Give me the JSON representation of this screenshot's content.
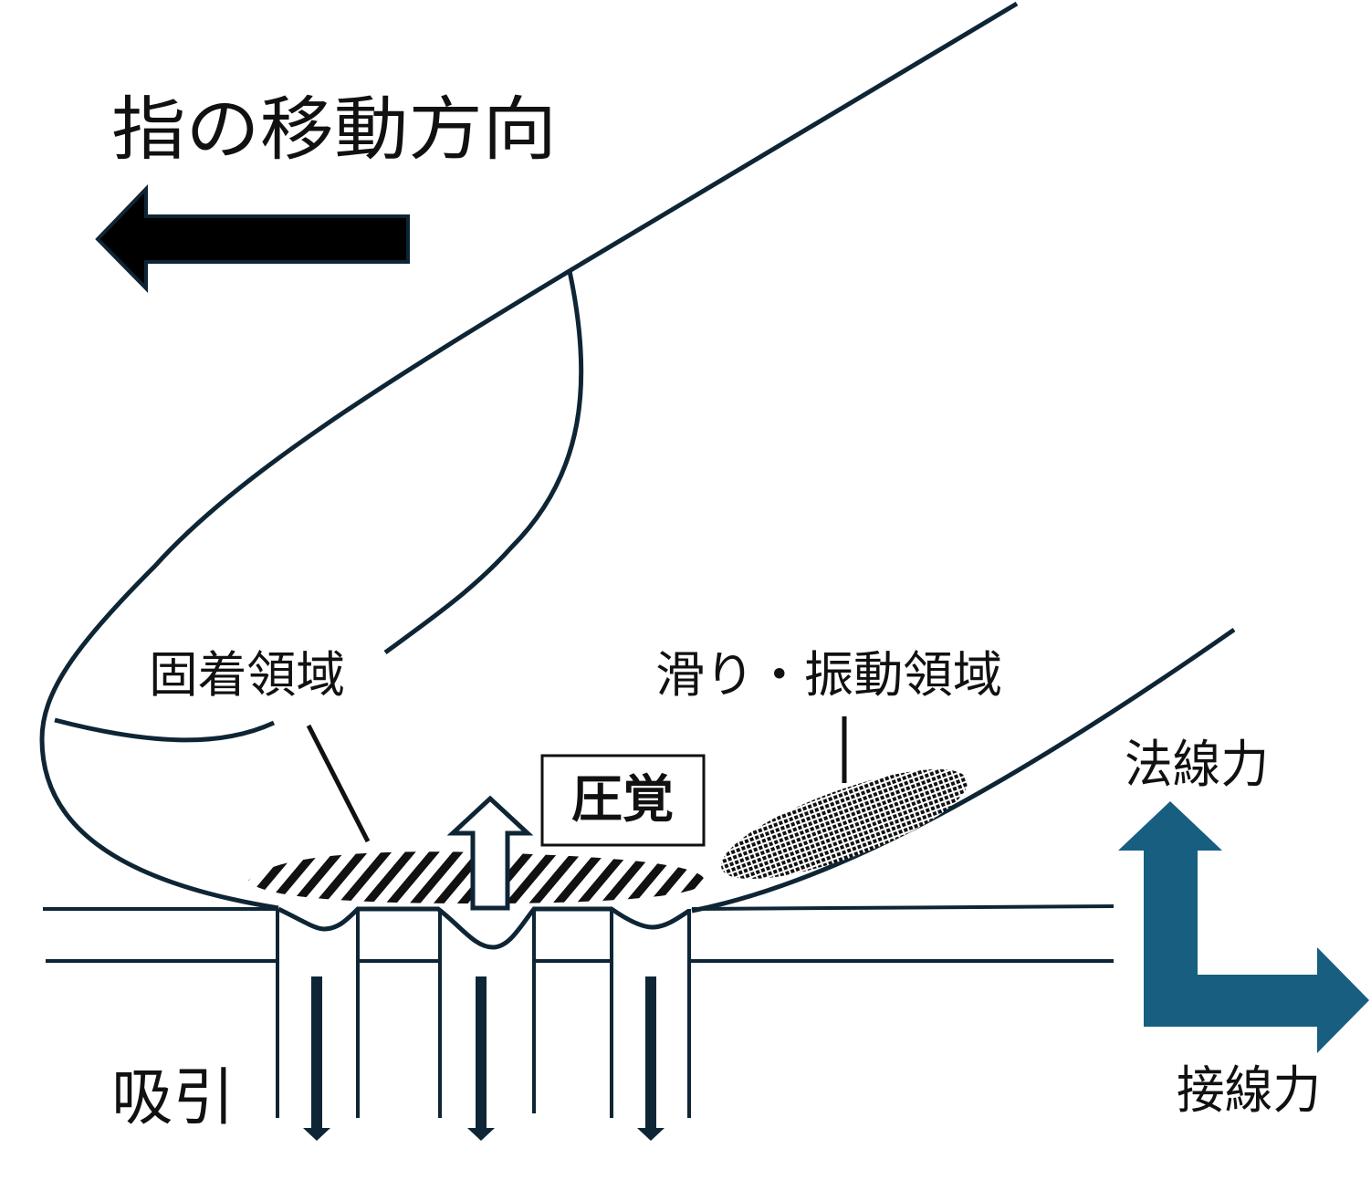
{
  "labels": {
    "direction": "指の移動方向",
    "stick_region": "固着領域",
    "slip_region": "滑り・振動領域",
    "pressure": "圧覚",
    "normal_force": "法線力",
    "tangential_force": "接線力",
    "suction": "吸引"
  },
  "colors": {
    "outline": "#0e2535",
    "force_arrow": "#175e80",
    "text": "#111111"
  }
}
